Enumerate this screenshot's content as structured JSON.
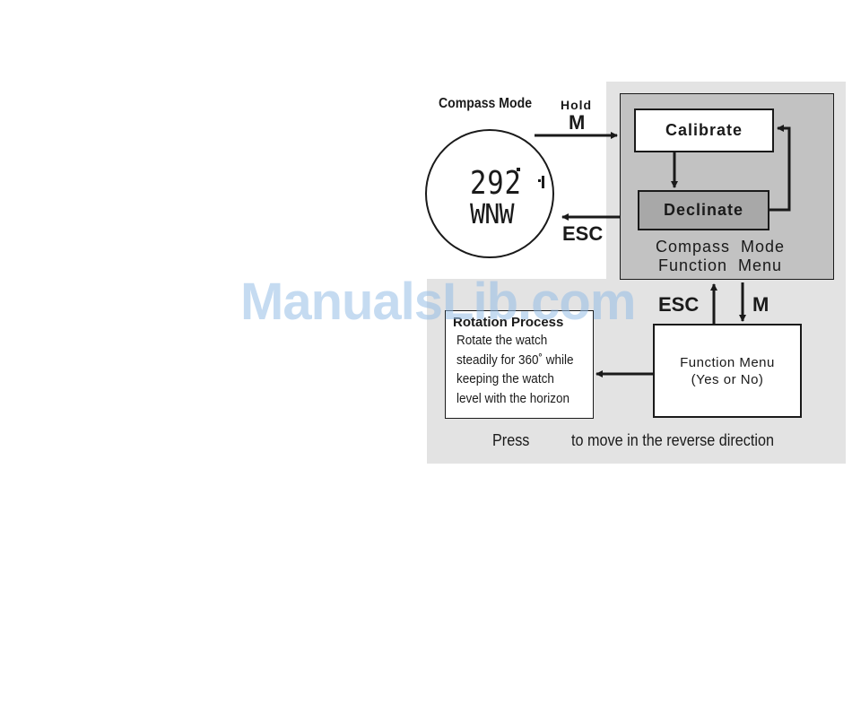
{
  "compass": {
    "title": "Compass Mode",
    "hold_label": "Hold",
    "m_key": "M",
    "degrees": "292",
    "direction": "WNW",
    "esc_label": "ESC"
  },
  "menu": {
    "calibrate": "Calibrate",
    "declinate": "Declinate",
    "caption_line1": "Compass  Mode",
    "caption_line2": "Function  Menu",
    "esc_label": "ESC",
    "m_label": "M"
  },
  "function_menu": {
    "line1": "Function Menu",
    "line2": "(Yes or No)"
  },
  "rotation": {
    "title": "Rotation Process",
    "lines": [
      "Rotate the watch",
      "steadily for 360˚ while",
      "keeping the watch",
      "level with the horizon"
    ]
  },
  "footer": {
    "press": "Press",
    "note": "to move in the reverse direction"
  },
  "watermark": "ManualsLib.com"
}
